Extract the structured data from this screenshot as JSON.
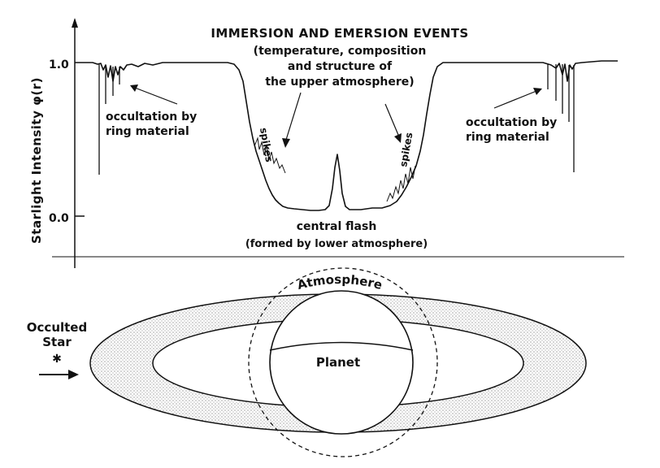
{
  "plot": {
    "title": "IMMERSION AND EMERSION EVENTS",
    "subtitle_lines": [
      "(temperature, composition",
      "and structure of",
      "the upper atmosphere)"
    ],
    "y_axis_label": "Starlight Intensity φ(r)",
    "tick_top": "1.0",
    "tick_bottom": "0.0",
    "ring_label_left": [
      "occultation by",
      "ring material"
    ],
    "ring_label_right": [
      "occultation by",
      "ring material"
    ],
    "spikes_label": "spikes",
    "central_flash_label": "central flash",
    "central_flash_note": "(formed by lower atmosphere)"
  },
  "diagram": {
    "atmosphere_label": "Atmosphere",
    "planet_label": "Planet",
    "star_label_lines": [
      "Occulted",
      "Star"
    ],
    "star_symbol": "✱"
  },
  "colors": {
    "ink": "#111111",
    "background": "#ffffff"
  }
}
